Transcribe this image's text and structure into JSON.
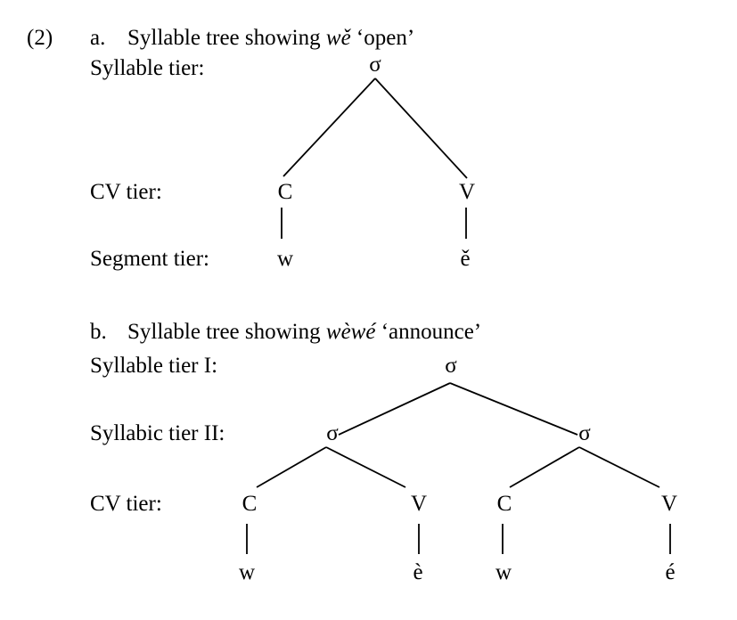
{
  "example_number": "(2)",
  "a": {
    "letter": "a.",
    "title_prefix": "Syllable tree showing ",
    "word": "wě",
    "gloss": " ‘open’",
    "tiers": {
      "syllable": "Syllable tier:",
      "cv": "CV tier:",
      "segment": "Segment tier:"
    },
    "nodes": {
      "sigma": "σ",
      "c": "C",
      "v": "V",
      "seg_c": "w",
      "seg_v": "ě"
    }
  },
  "b": {
    "letter": "b.",
    "title_prefix": "Syllable tree showing ",
    "word": "wèwé",
    "gloss": " ‘announce’",
    "tiers": {
      "syllable1": "Syllable tier I:",
      "syllable2": "Syllabic tier II:",
      "cv": "CV tier:"
    },
    "nodes": {
      "sigma_top": "σ",
      "sigma_1": "σ",
      "sigma_2": "σ",
      "c1": "C",
      "v1": "V",
      "c2": "C",
      "v2": "V",
      "seg_c1": "w",
      "seg_v1": "è",
      "seg_c2": "w",
      "seg_v2": "é"
    }
  }
}
